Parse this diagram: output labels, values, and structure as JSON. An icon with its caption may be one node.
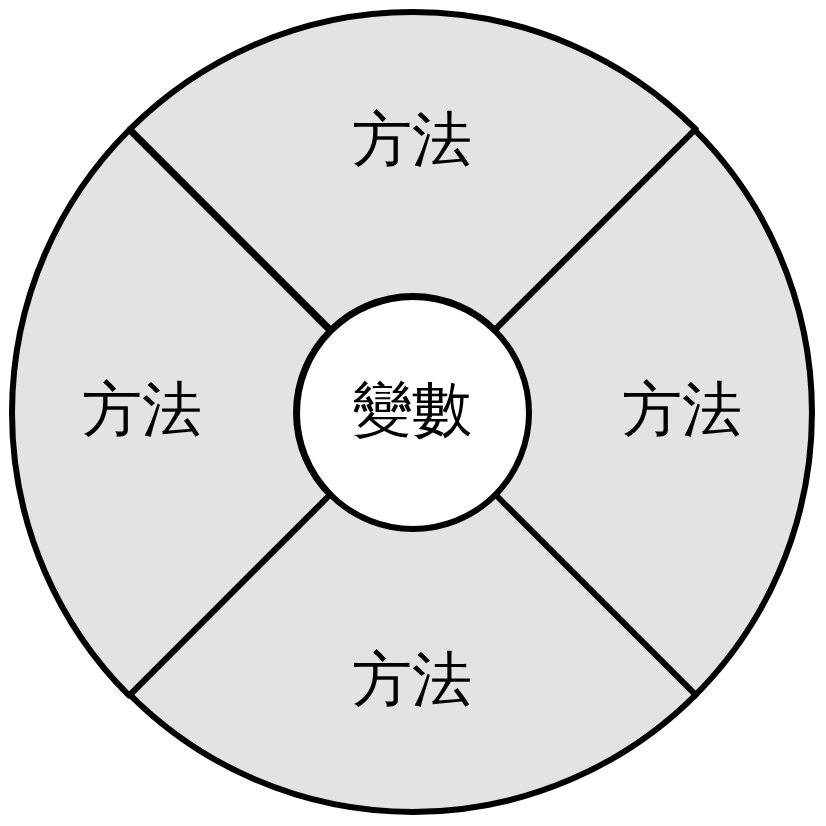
{
  "diagram": {
    "nodes": [
      {
        "text": [
          "方法"
        ]
      },
      {
        "text": [
          "方法"
        ]
      },
      {
        "text": [
          "變數"
        ]
      },
      {
        "text": [
          "方法"
        ]
      },
      {
        "text": [
          "方法"
        ]
      }
    ]
  }
}
